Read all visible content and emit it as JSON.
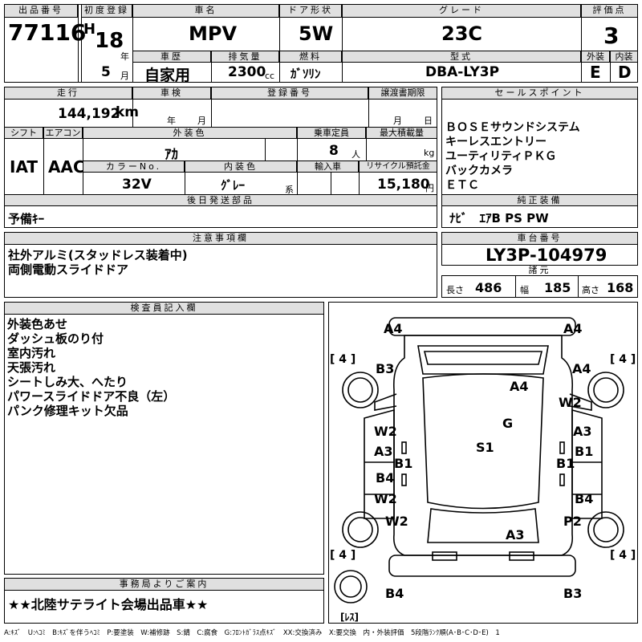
{
  "top": {
    "h_lot": "出品番号",
    "lot": "77116",
    "h_first_reg": "初度登録",
    "era": "H",
    "year": "18",
    "year_unit": "年",
    "month": "5",
    "month_unit": "月",
    "h_name": "車名",
    "name": "MPV",
    "h_door": "ドア形状",
    "door": "5W",
    "h_grade": "グレード",
    "grade": "23C",
    "h_score": "評価点",
    "score": "3",
    "h_history": "車歴",
    "history": "自家用",
    "h_displacement": "排気量",
    "displacement": "2300",
    "displacement_unit": "cc",
    "h_fuel": "燃料",
    "fuel": "ｶﾞｿﾘﾝ",
    "h_model": "型式",
    "model": "DBA-LY3P",
    "h_ext": "外装",
    "ext": "E",
    "h_int": "内装",
    "int": "D"
  },
  "second": {
    "h_mileage": "走行",
    "mileage": "144,192",
    "mileage_unit": "km",
    "h_inspection": "車検",
    "insp_year": "年",
    "insp_month": "月",
    "h_reg_no": "登録番号",
    "h_transfer": "譲渡書期限",
    "tr_month": "月",
    "tr_day": "日",
    "h_sales": "セールスポイント",
    "sales": [
      "ＢＯＳＥサウンドシステム",
      "キーレスエントリー",
      "ユーティリティＰＫＧ",
      "バックカメラ",
      "ＥＴＣ"
    ],
    "h_shift": "シフト",
    "shift": "IAT",
    "h_ac": "エアコン",
    "ac": "AAC",
    "h_color": "外装色",
    "color": "ｱｶ",
    "h_capacity": "乗車定員",
    "capacity": "8",
    "capacity_unit": "人",
    "h_load": "最大積載量",
    "load_unit": "kg",
    "h_color_no": "カラーNo.",
    "color_no": "32V",
    "h_int_color": "内装色",
    "int_color": "ｸﾞﾚｰ",
    "int_color_unit": "系",
    "h_import": "輸入車",
    "h_recycle": "リサイクル預託金",
    "recycle": "15,180",
    "recycle_unit": "円",
    "h_later": "後日発送部品",
    "later": "予備ｷｰ",
    "h_equip": "純正装備",
    "equip": "ﾅﾋﾞ　ｴｱB PS PW"
  },
  "notes": {
    "h_caution": "注意事項欄",
    "caution": [
      "社外アルミ(スタッドレス装着中)",
      "両側電動スライドドア"
    ],
    "h_chassis": "車台番号",
    "chassis": "LY3P-104979",
    "h_specs": "諸元",
    "len_label": "長さ",
    "len": "486",
    "wid_label": "幅",
    "wid": "185",
    "hgt_label": "高さ",
    "hgt": "168"
  },
  "inspector": {
    "h_title": "検査員記入欄",
    "lines": [
      "外装色あせ",
      "ダッシュ板のり付",
      "室内汚れ",
      "天張汚れ",
      "シートしみ大、へたり",
      "パワースライドドア不良（左）",
      "パンク修理キット欠品"
    ]
  },
  "office": {
    "h_title": "事務局よりご案内",
    "text": "★★北陸サテライト会場出品車★★"
  },
  "diagram": {
    "codes": {
      "a4_tl": "A4",
      "a4_tr": "A4",
      "tire_tl": "[ 4 ]",
      "tire_tr": "[ 4 ]",
      "tire_bl": "[ 4 ]",
      "tire_br": "[ 4 ]",
      "b3_l": "B3",
      "a4_r": "A4",
      "a4_hood": "A4",
      "w2_r": "W2",
      "g": "G",
      "s1": "S1",
      "w2_l1": "W2",
      "a3_l": "A3",
      "b1_l": "B1",
      "a3_r": "A3",
      "b1_r1": "B1",
      "b1_r2": "B1",
      "b4_l": "B4",
      "w2_l2": "W2",
      "b4_r": "B4",
      "w2_l3": "W2",
      "p2_r": "P2",
      "a3_rear": "A3",
      "b4_bl": "B4",
      "b3_br": "B3",
      "spare": "[ﾚｽ]"
    }
  },
  "legend": "A:ｷｽﾞ　U:ﾍｺﾐ　B:ｷｽﾞを伴うﾍｺﾐ　P:要塗装　W:補修跡　S:錆　C:腐食　G:ﾌﾛﾝﾄｶﾞﾗｽ点ｷｽﾞ　XX:交換済み　X:要交換　内・外装評価　5段階ﾗﾝｸ順(A･B･C･D･E)　1"
}
